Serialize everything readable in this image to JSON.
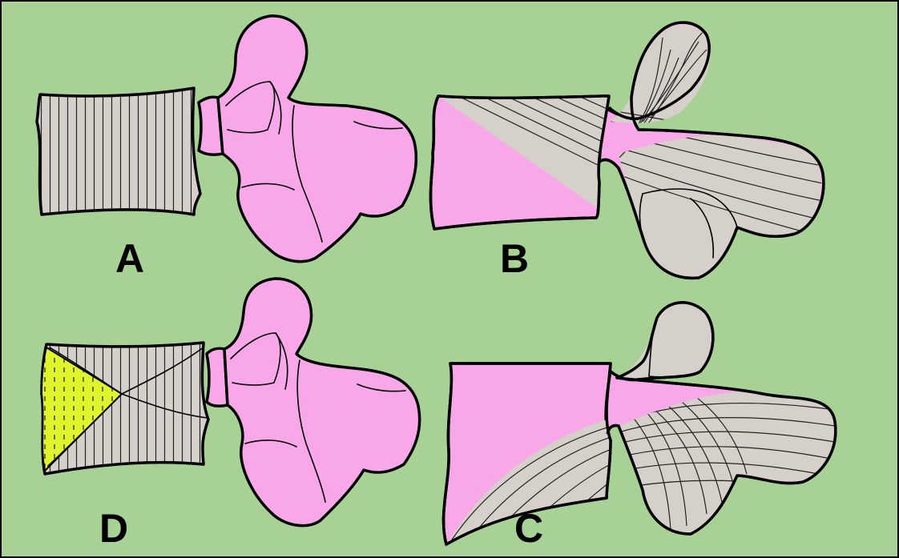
{
  "colors": {
    "background": "#a8d196",
    "bone": "#f8a8e8",
    "trabeculae": "#d6d0ca",
    "lesion": "#e0f52a",
    "outline": "#000000"
  },
  "panels": [
    {
      "id": "A",
      "label": "A"
    },
    {
      "id": "B",
      "label": "B"
    },
    {
      "id": "C",
      "label": "C"
    },
    {
      "id": "D",
      "label": "D"
    }
  ]
}
